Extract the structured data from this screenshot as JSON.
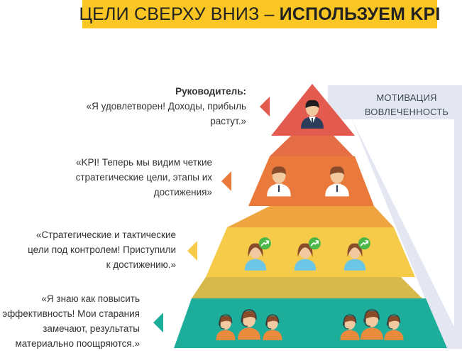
{
  "banner": {
    "title_regular": "ЦЕЛИ СВЕРХУ ВНИЗ – ",
    "title_bold": "ИСПОЛЬЗУЕМ KPI"
  },
  "side_label": {
    "line1": "МОТИВАЦИЯ",
    "line2": "ВОВЛЕЧЕННОСТЬ"
  },
  "levels": [
    {
      "role": "Руководитель:",
      "lines": [
        "«Я удовлетворен! Доходы, прибыль",
        "растут.»"
      ],
      "color": "#e35a4e",
      "people": 1
    },
    {
      "role": "",
      "lines": [
        "«KPI! Теперь мы видим четкие",
        "стратегические цели, этапы их",
        "достижения»"
      ],
      "color": "#ea7a3c",
      "people": 2
    },
    {
      "role": "",
      "lines": [
        "«Стратегические и тактические",
        "цели под контролем! Приступили",
        "к достижению.»"
      ],
      "color": "#f6cb4a",
      "people": 3
    },
    {
      "role": "",
      "lines": [
        "«Я знаю как повысить",
        "эффективность! Мои старания",
        "замечают, результаты",
        "материально поощряются.»"
      ],
      "color": "#1cae9a",
      "people": 6
    }
  ],
  "colors": {
    "banner": "#f9c623",
    "side_triangle": "#e4e7f1",
    "connector_top": "#e56e46",
    "connector_mid": "#f0a43f",
    "connector_bottom": "#d7b84b",
    "skin": "#f2c9a0",
    "hair": "#8a4b2a",
    "suit": "#2c3e5c",
    "green_badge": "#4bb748"
  }
}
